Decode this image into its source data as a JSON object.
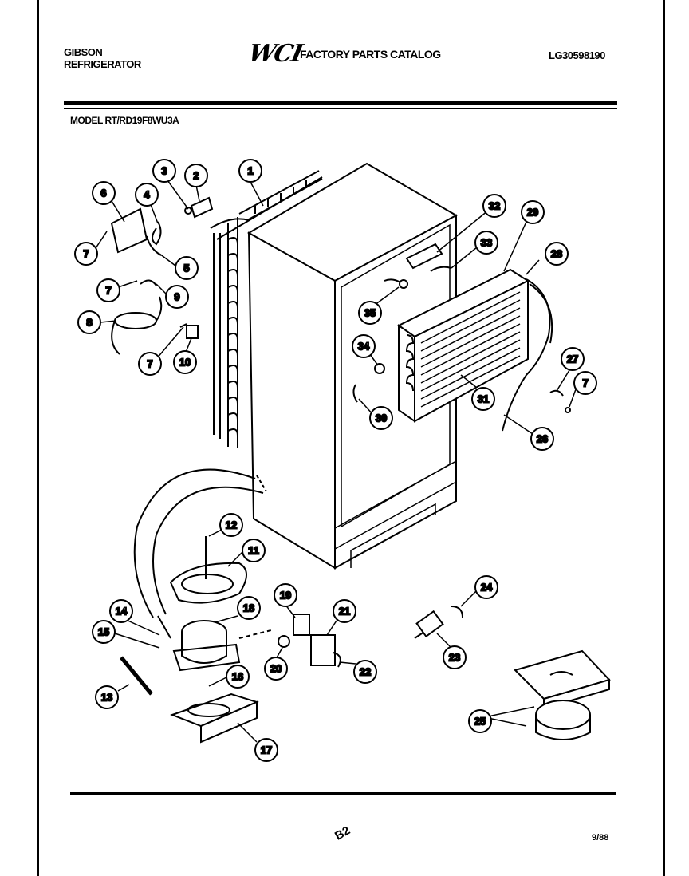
{
  "header": {
    "brand_line1": "GIBSON",
    "brand_line2": "REFRIGERATOR",
    "logo_text": "WCI",
    "catalog_title": "FACTORY PARTS CATALOG",
    "catalog_number": "LG30598190",
    "model": "MODEL RT/RD19F8WU3A"
  },
  "footer": {
    "page_id": "B2",
    "date": "9/88"
  },
  "callouts": [
    "1",
    "2",
    "3",
    "4",
    "5",
    "6",
    "7",
    "7",
    "7",
    "7",
    "8",
    "9",
    "10",
    "11",
    "12",
    "13",
    "14",
    "15",
    "16",
    "17",
    "18",
    "19",
    "20",
    "21",
    "22",
    "23",
    "24",
    "25",
    "26",
    "27",
    "28",
    "29",
    "30",
    "31",
    "32",
    "33",
    "34",
    "35"
  ]
}
